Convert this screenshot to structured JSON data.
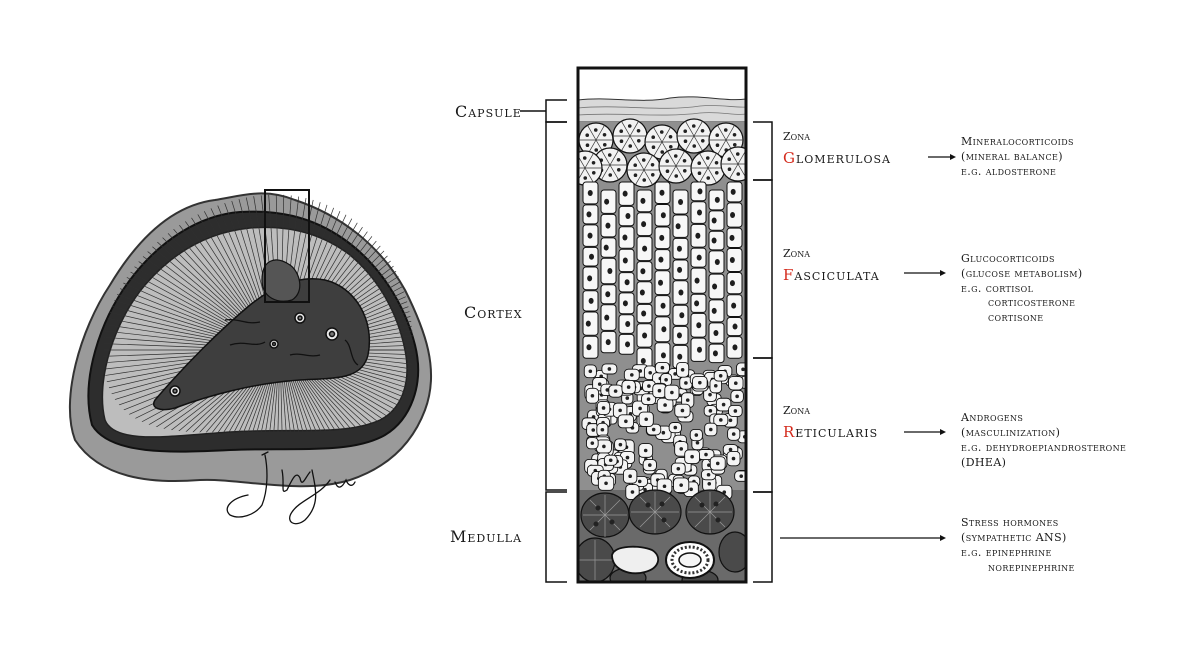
{
  "colors": {
    "accent_red": "#d42a1c",
    "ink": "#1a1a1a",
    "dark_tissue": "#3a3a3a",
    "mid_tissue": "#8a8a8a",
    "light_tissue": "#cfcfcf"
  },
  "labels": {
    "capsule": "Capsule",
    "cortex": "Cortex",
    "medulla": "Medulla"
  },
  "zones": [
    {
      "prefix": "Zona",
      "initial": "G",
      "rest": "lomerulosa",
      "hormones": [
        "Mineralocorticoids",
        "(mineral balance)",
        "e.g. aldosterone"
      ]
    },
    {
      "prefix": "Zona",
      "initial": "F",
      "rest": "asciculata",
      "hormones": [
        "Glucocorticoids",
        "(glucose metabolism)",
        "e.g. cortisol",
        "corticosterone",
        "cortisone"
      ]
    },
    {
      "prefix": "Zona",
      "initial": "R",
      "rest": "eticularis",
      "hormones": [
        "Androgens",
        "(masculinization)",
        "e.g. dehydroepiandrosterone",
        "(DHEA)"
      ]
    }
  ],
  "medulla_hormones": [
    "Stress hormones",
    "(sympathetic ANS)",
    "e.g. epinephrine",
    "norepinephrine"
  ]
}
